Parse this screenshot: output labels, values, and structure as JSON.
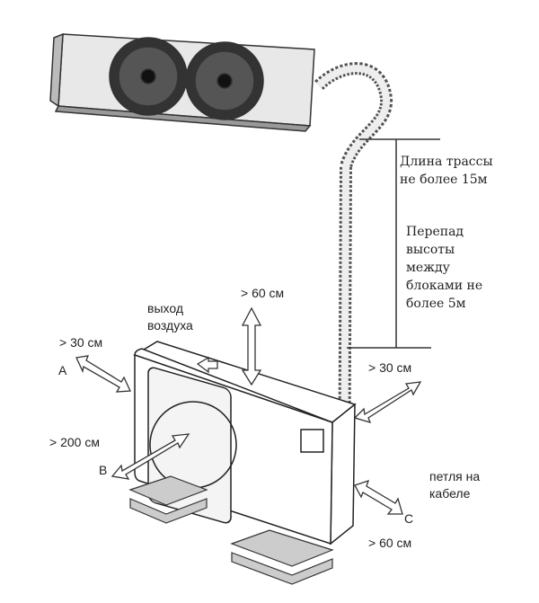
{
  "route": {
    "line1": "Длина трассы",
    "line2": "не более 15м"
  },
  "height_diff": {
    "lines": [
      "Перепад",
      "высоты",
      "между",
      "блоками не",
      "более 5м"
    ]
  },
  "top_clearance": "> 60 см",
  "air_outlet": {
    "line1": "выход",
    "line2": "воздуха"
  },
  "left_clearance": "> 30 см",
  "point_a": "A",
  "front_clearance": "> 200 см",
  "point_b": "B",
  "right_clearance": "> 30 см",
  "cable_loop": {
    "line1": "петля на",
    "line2": "кабеле"
  },
  "point_c": "C",
  "bottom_clearance": "> 60 см"
}
